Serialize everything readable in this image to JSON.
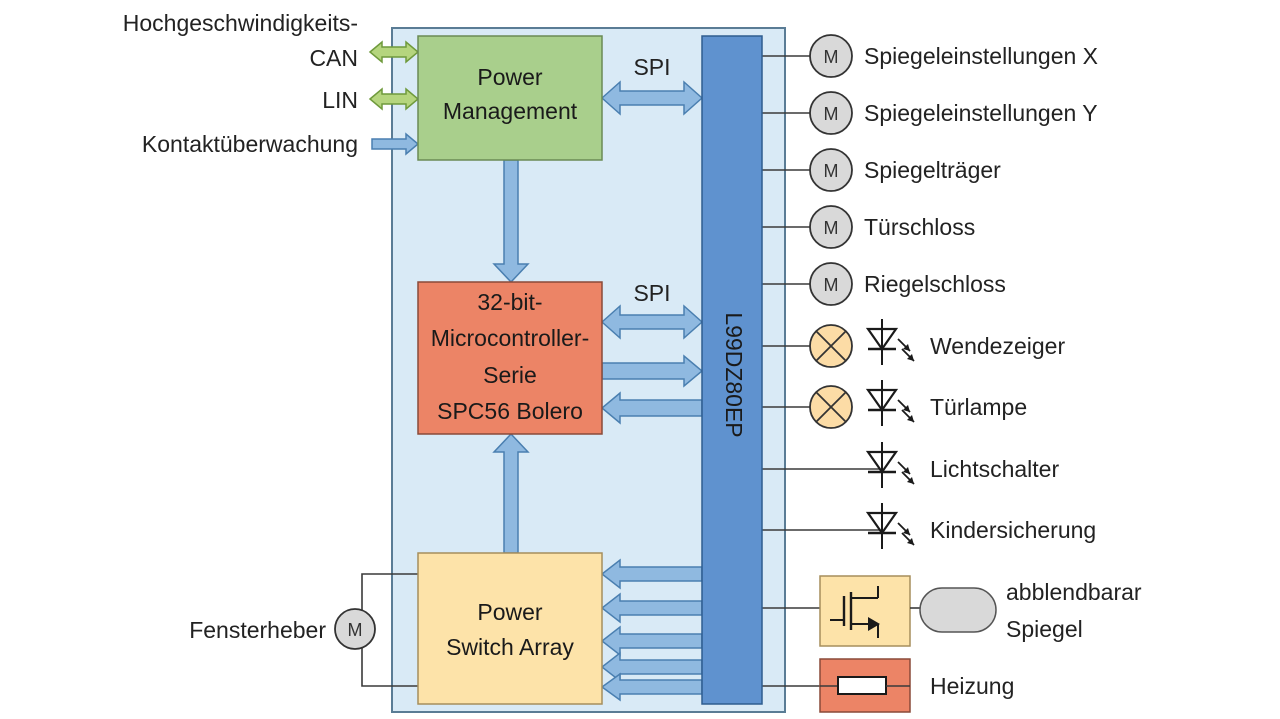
{
  "colors": {
    "board_fill": "#d9eaf6",
    "board_stroke": "#5a7c95",
    "arrow_fill": "#8fb9e0",
    "arrow_stroke": "#4a7fb0",
    "green_arrow_fill": "#b5d57e",
    "green_arrow_stroke": "#6f9a3c",
    "power_mgmt_fill": "#a9cf8c",
    "mcu_fill": "#ec8466",
    "switch_fill": "#fde3a9",
    "chip_fill": "#5f92cf",
    "lamp_fill": "#fcdca6",
    "motor_fill": "#d9d9d9",
    "mosfet_fill": "#fde3a9",
    "heater_fill": "#ec8466",
    "mirror_fill": "#d9d9d9"
  },
  "left_labels": {
    "can_line1": "Hochgeschwindigkeits-",
    "can_line2": "CAN",
    "lin": "LIN",
    "contact": "Kontaktüberwachung",
    "window": "Fensterheber"
  },
  "blocks": {
    "power_mgmt": [
      "Power",
      "Management"
    ],
    "mcu": [
      "32-bit-",
      "Microcontroller-",
      "Serie",
      "SPC56 Bolero"
    ],
    "switch_array": [
      "Power",
      "Switch Array"
    ],
    "chip": "L99DZ80EP"
  },
  "spi_labels": [
    "SPI",
    "SPI"
  ],
  "motor_symbol": "M",
  "loads": {
    "motors": [
      "Spiegeleinstellungen X",
      "Spiegeleinstellungen Y",
      "Spiegelträger",
      "Türschloss",
      "Riegelschloss"
    ],
    "lamps": [
      "Wendezeiger",
      "Türlampe"
    ],
    "switch_leds": [
      "Lichtschalter",
      "Kindersicherung"
    ],
    "mirror_line1": "abblendbarar",
    "mirror_line2": "Spiegel",
    "heater": "Heizung"
  }
}
